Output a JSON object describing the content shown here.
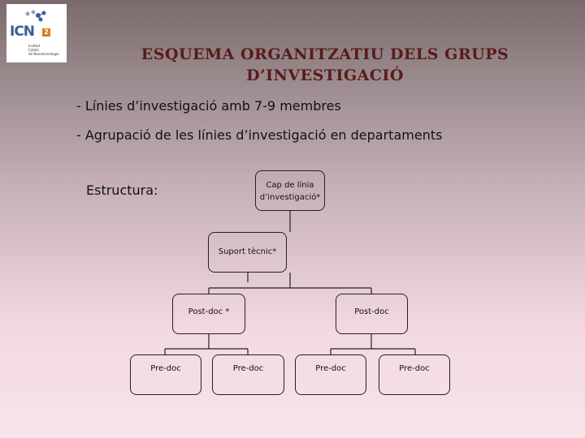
{
  "logo": {
    "text": "ICN",
    "badge": "2",
    "subtitle_lines": [
      "Institut",
      "Català",
      "de Nanotecnologia"
    ]
  },
  "slide": {
    "title": "ESQUEMA ORGANITZATIU DELS GRUPS D’INVESTIGACIÓ",
    "bullets": [
      "- Línies d’investigació amb 7-9 membres",
      "- Agrupació de les línies d’investigació en departaments"
    ],
    "structure_label": "Estructura:"
  },
  "org_chart": {
    "head": "Cap de línia d’investigació*",
    "support": "Suport tècnic*",
    "postdocs": [
      "Post-doc *",
      "Post-doc"
    ],
    "predocs": [
      "Pre-doc",
      "Pre-doc",
      "Pre-doc",
      "Pre-doc"
    ]
  },
  "colors": {
    "title": "#5a1a1a",
    "logo_blue": "#3a5d9c",
    "logo_orange": "#e07a1e"
  }
}
